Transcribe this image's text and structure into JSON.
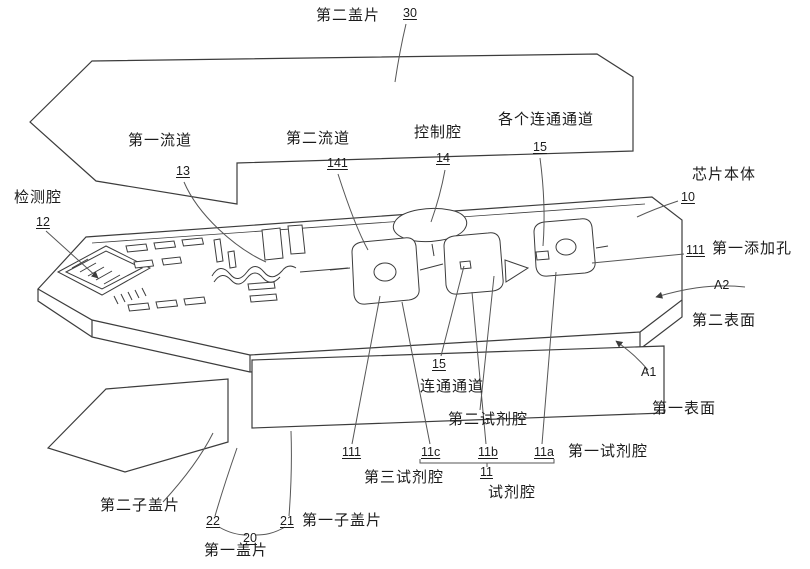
{
  "figure": {
    "type": "patent-exploded-diagram",
    "line_color": "#3c3c3c",
    "background": "#ffffff"
  },
  "labels": {
    "second_cover": "第二盖片",
    "ref_30": "30",
    "detection_chamber": "检测腔",
    "ref_12": "12",
    "first_channel": "第一流道",
    "ref_13": "13",
    "second_channel": "第二流道",
    "ref_141": "141",
    "control_chamber": "控制腔",
    "ref_14": "14",
    "connecting_channels_all": "各个连通通道",
    "ref_15_top": "15",
    "chip_body": "芯片本体",
    "ref_10": "10",
    "ref_111_right": "111",
    "first_addition_hole": "第一添加孔",
    "ref_a2": "A2",
    "second_surface": "第二表面",
    "ref_a1": "A1",
    "first_surface": "第一表面",
    "ref_15_bottom": "15",
    "connecting_channel": "连通通道",
    "second_reagent_chamber": "第二试剂腔",
    "ref_111_bottom": "111",
    "ref_11c": "11c",
    "ref_11b": "11b",
    "ref_11a": "11a",
    "first_reagent_chamber": "第一试剂腔",
    "ref_11": "11",
    "third_reagent_chamber": "第三试剂腔",
    "reagent_chamber": "试剂腔",
    "second_sub_cover": "第二子盖片",
    "ref_22": "22",
    "ref_21": "21",
    "first_sub_cover": "第一子盖片",
    "ref_20": "20",
    "first_cover": "第一盖片"
  }
}
